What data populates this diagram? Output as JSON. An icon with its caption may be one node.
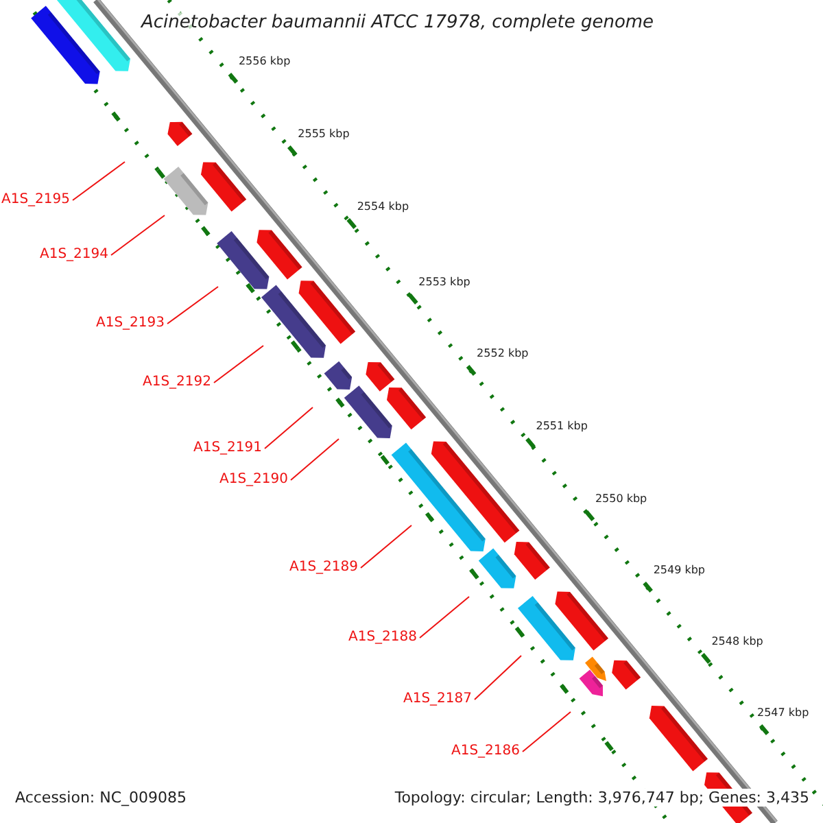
{
  "diagram": {
    "title": "Acinetobacter baumannii ATCC 17978, complete genome",
    "nodes": [
      {
        "text": [
          "A1S_2195"
        ]
      },
      {
        "text": [
          "A1S_2194"
        ]
      },
      {
        "text": [
          "A1S_2193"
        ]
      },
      {
        "text": [
          "A1S_2192"
        ]
      },
      {
        "text": [
          "A1S_2191"
        ]
      },
      {
        "text": [
          "A1S_2190"
        ]
      },
      {
        "text": [
          "A1S_2189"
        ]
      },
      {
        "text": [
          "A1S_2188"
        ]
      },
      {
        "text": [
          "A1S_2187"
        ]
      },
      {
        "text": [
          "A1S_2186"
        ]
      }
    ],
    "edges": [
      {
        "from": 0,
        "to": null,
        "arrow": "none"
      },
      {
        "from": 1,
        "to": null,
        "arrow": "none"
      },
      {
        "from": 2,
        "to": null,
        "arrow": "none"
      },
      {
        "from": 3,
        "to": null,
        "arrow": "none"
      },
      {
        "from": 4,
        "to": null,
        "arrow": "none"
      },
      {
        "from": 5,
        "to": null,
        "arrow": "none"
      },
      {
        "from": 6,
        "to": null,
        "arrow": "none"
      },
      {
        "from": 7,
        "to": null,
        "arrow": "none"
      },
      {
        "from": 8,
        "to": null,
        "arrow": "none"
      },
      {
        "from": 9,
        "to": null,
        "arrow": "none"
      }
    ],
    "labels": [
      "2556 kbp",
      "2555 kbp",
      "2554 kbp",
      "2553 kbp",
      "2552 kbp",
      "2551 kbp",
      "2550 kbp",
      "2549 kbp",
      "2548 kbp",
      "2547 kbp",
      "Accession: NC_009085",
      "Topology: circular; Length: 3,976,747 bp; Genes: 3,435"
    ]
  }
}
